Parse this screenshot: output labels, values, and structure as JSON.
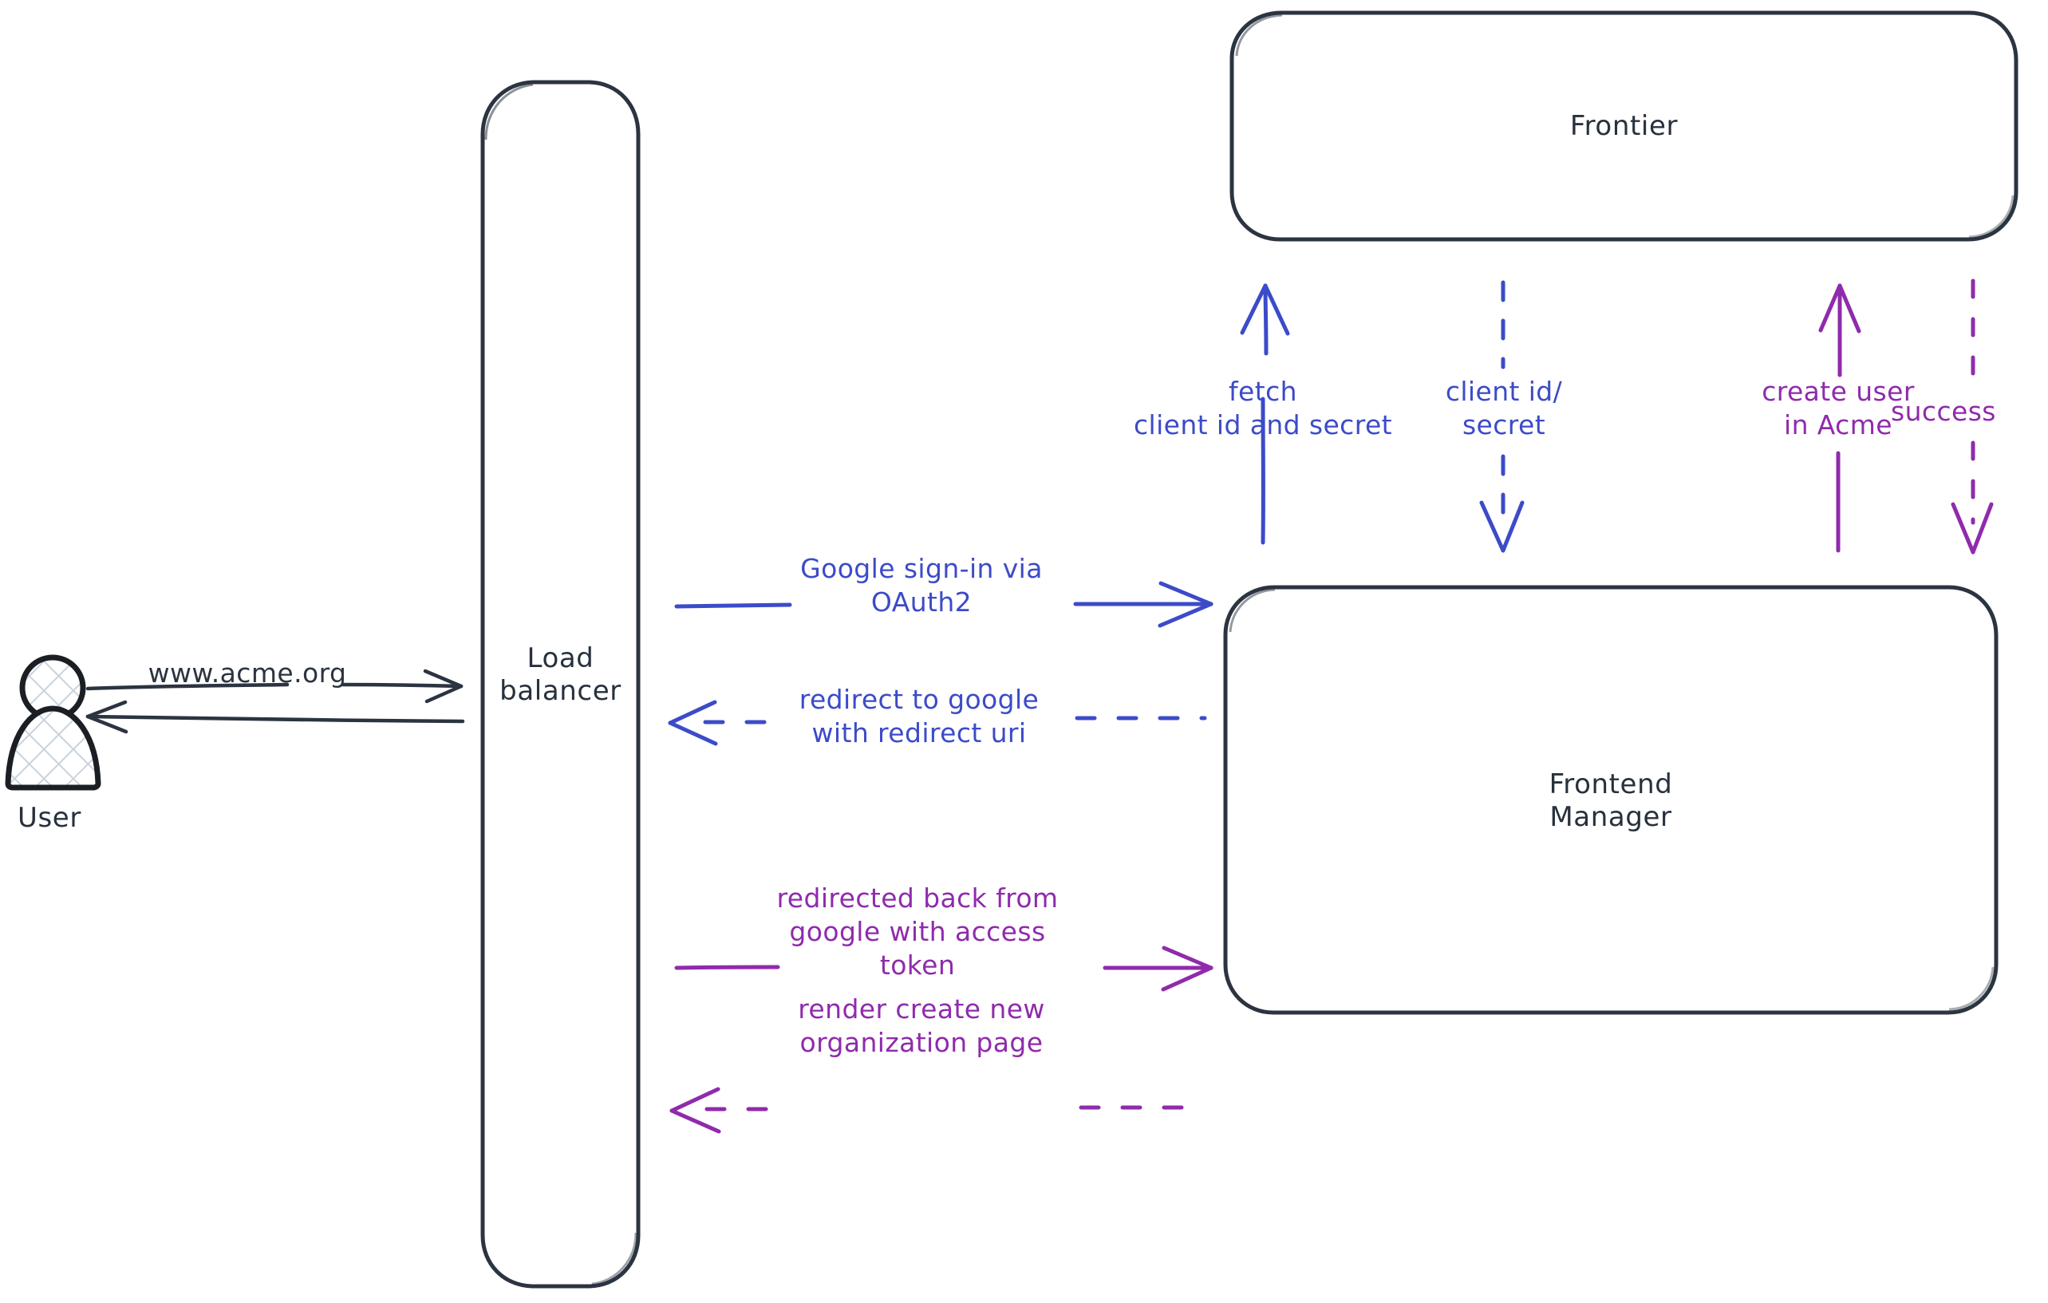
{
  "diagram": {
    "title": "Google OAuth2 sign-in flow",
    "background": "#ffffff",
    "colors": {
      "stroke": "#2b3440",
      "blue": "#3c4bc8",
      "purple": "#8f2bac",
      "black": "#2b3440"
    }
  },
  "actors": [
    {
      "id": "user",
      "icon": "user-person-icon",
      "caption": "User"
    }
  ],
  "nodes": [
    {
      "id": "load-balancer",
      "label_line1": "Load",
      "label_line2": "balancer"
    },
    {
      "id": "frontier",
      "label": "Frontier"
    },
    {
      "id": "frontend-manager",
      "label_line1": "Frontend",
      "label_line2": "Manager"
    }
  ],
  "edges": [
    {
      "id": "user-to-lb",
      "color": "black",
      "style": "solid",
      "direction": "right",
      "label": "www.acme.org"
    },
    {
      "id": "lb-to-user",
      "color": "black",
      "style": "solid",
      "direction": "left",
      "label": ""
    },
    {
      "id": "lb-to-fm-signin",
      "color": "blue",
      "style": "solid",
      "direction": "right",
      "label_line1": "Google sign-in via",
      "label_line2": "OAuth2"
    },
    {
      "id": "fm-to-lb-redirect",
      "color": "blue",
      "style": "dashed",
      "direction": "left",
      "label_line1": "redirect to google",
      "label_line2": "with redirect uri"
    },
    {
      "id": "fm-to-frontier-fetch",
      "color": "blue",
      "style": "solid",
      "direction": "up",
      "label_line1": "fetch",
      "label_line2": "client id and secret"
    },
    {
      "id": "frontier-to-fm-credentials",
      "color": "blue",
      "style": "dashed",
      "direction": "down",
      "label_line1": "client id/",
      "label_line2": "secret"
    },
    {
      "id": "fm-to-frontier-create-user",
      "color": "purple",
      "style": "solid",
      "direction": "up",
      "label_line1": "create user",
      "label_line2": "in Acme"
    },
    {
      "id": "frontier-to-fm-success",
      "color": "purple",
      "style": "dashed",
      "direction": "down",
      "label": "success"
    },
    {
      "id": "lb-to-fm-token",
      "color": "purple",
      "style": "solid",
      "direction": "right",
      "label_line1": "redirected back from",
      "label_line2": "google with access",
      "label_line3": "token"
    },
    {
      "id": "fm-to-lb-render",
      "color": "purple",
      "style": "dashed",
      "direction": "left",
      "label_line1": "render create new",
      "label_line2": "organization page"
    }
  ]
}
